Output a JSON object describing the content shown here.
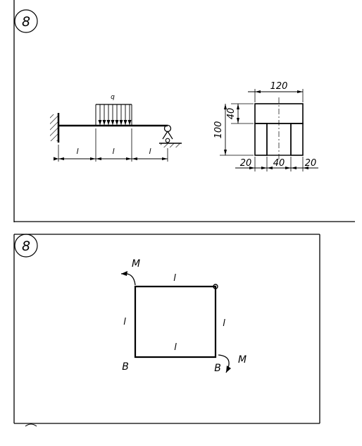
{
  "panel_top": {
    "badge": "8",
    "beam": {
      "load_label": "q",
      "span_labels": [
        "l",
        "l",
        "l"
      ]
    },
    "section": {
      "dim_top": "120",
      "dim_flange": "40",
      "dim_height": "100",
      "dim_bottom": [
        "20",
        "40",
        "20"
      ]
    }
  },
  "panel_bottom": {
    "badge": "8",
    "frame": {
      "moment_labels": [
        "M",
        "M"
      ],
      "side_labels": [
        "l",
        "l",
        "l",
        "l"
      ],
      "support_labels": [
        "B",
        "B"
      ]
    }
  }
}
